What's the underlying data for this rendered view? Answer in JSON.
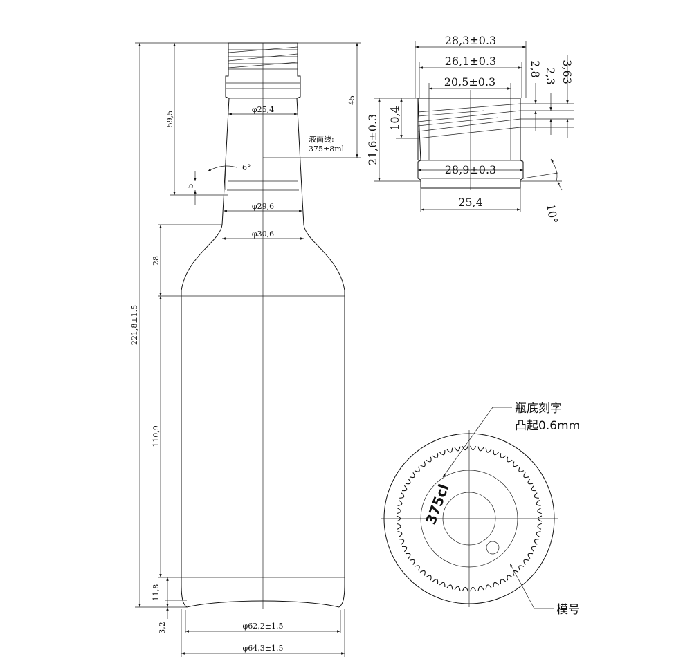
{
  "bottle": {
    "height_total": "221,8±1.5",
    "neck_to_shoulder": "59,5",
    "fill_level_height": "45",
    "band_5": "5",
    "shoulder_28": "28",
    "body_110_9": "110,9",
    "base_11_8": "11,8",
    "base_3_2": "3,2",
    "dia_25_4": "φ25,4",
    "dia_29_6": "φ29,6",
    "dia_30_6": "φ30,6",
    "dia_62_2": "φ62,2±1.5",
    "dia_64_3": "φ64,3±1.5",
    "angle_6": "6°",
    "fill_label": "液面线:",
    "fill_value": "375±8ml"
  },
  "finish": {
    "d_28_3": "28,3±0.3",
    "d_26_1": "26,1±0.3",
    "d_20_5": "20,5±0.3",
    "d_28_9": "28,9±0.3",
    "d_25_4": "25,4",
    "h_21_6": "21,6±0.3",
    "h_10_4": "10,4",
    "t_2_8": "2,8",
    "t_2_3": "2,3",
    "t_3_63": "3,63",
    "angle_10": "10°"
  },
  "base_view": {
    "engraving_label": "瓶底刻字",
    "engraving_sub": "凸起0.6mm",
    "mould_label": "模号",
    "engraved_text": "375cl"
  }
}
